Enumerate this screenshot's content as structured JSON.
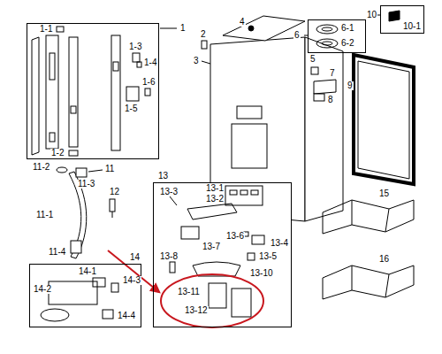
{
  "diagram": {
    "nodes": [
      {
        "text": [
          "1",
          "1-1",
          "1-2",
          "1-3",
          "1-4",
          "1-5",
          "1-6"
        ]
      },
      {
        "text": [
          "6",
          "6-1",
          "6-2"
        ]
      },
      {
        "text": [
          "10",
          "10-1"
        ]
      },
      {
        "text": [
          "13",
          "13-1",
          "13-2",
          "13-3",
          "13-4",
          "13-5",
          "13-6",
          "13-7",
          "13-8",
          "13-10",
          "13-11",
          "13-12"
        ]
      },
      {
        "text": [
          "14",
          "14-1",
          "14-2",
          "14-3",
          "14-4"
        ]
      }
    ],
    "labels": [
      "2",
      "3",
      "4",
      "5",
      "7",
      "8",
      "9",
      "11",
      "11-1",
      "11-2",
      "11-3",
      "11-4",
      "12",
      "15",
      "16"
    ]
  }
}
